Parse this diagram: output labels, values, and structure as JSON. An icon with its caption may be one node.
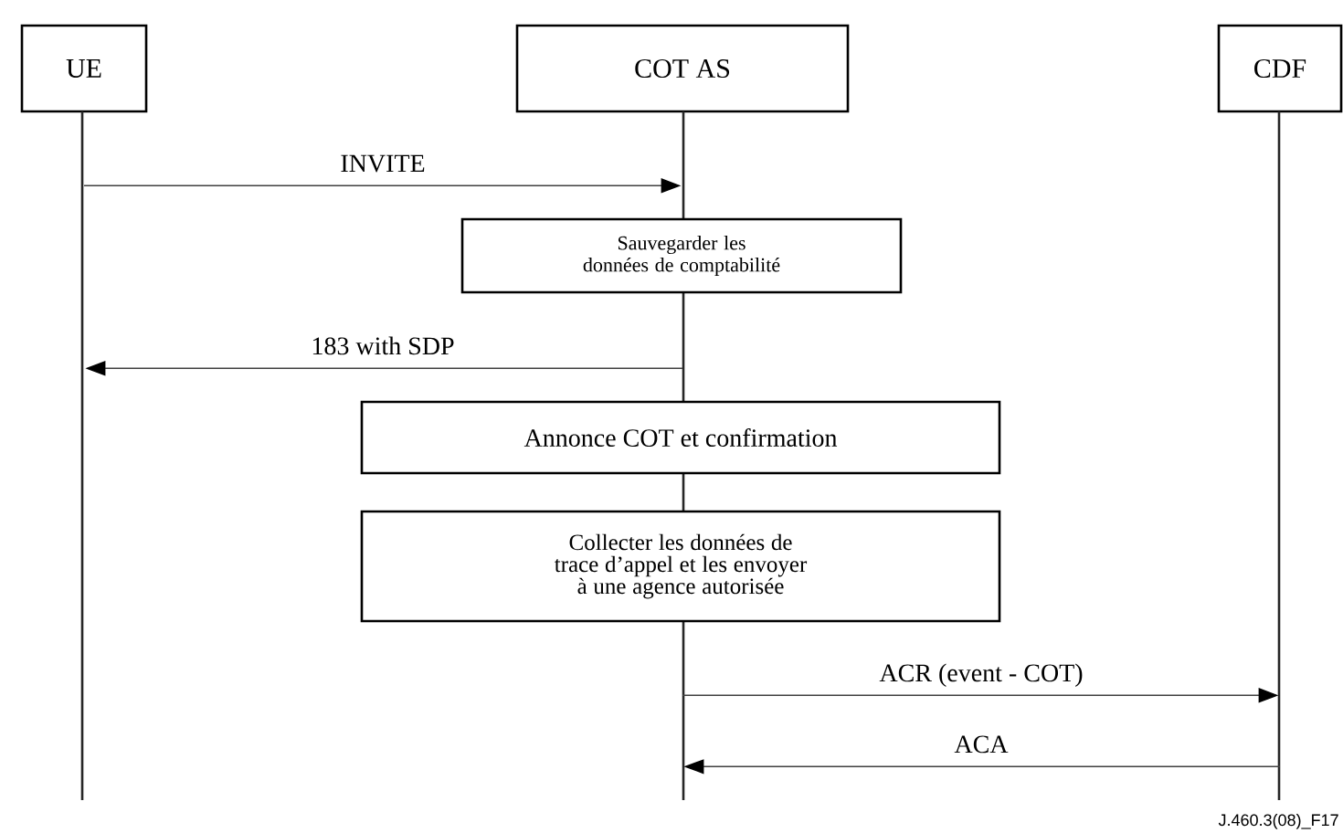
{
  "diagram": {
    "nodes": [
      {
        "text": [
          "UE"
        ]
      },
      {
        "text": [
          "COT AS"
        ]
      },
      {
        "text": [
          "CDF"
        ]
      },
      {
        "text": [
          "Sauvegarder les données de comptabilité"
        ]
      },
      {
        "text": [
          "Annonce COT  et confirmation"
        ]
      },
      {
        "text": [
          "Collecter les données de trace d’appel et les envoyer à une agence autorisée"
        ]
      }
    ],
    "edges": [
      {
        "from": 0,
        "to": 1,
        "arrow": "to",
        "label": "INVITE"
      },
      {
        "from": 1,
        "to": 0,
        "arrow": "to",
        "label": "183 with SDP"
      },
      {
        "from": 1,
        "to": 2,
        "arrow": "to",
        "label": "ACR (event - COT)"
      },
      {
        "from": 2,
        "to": 1,
        "arrow": "to",
        "label": "ACA"
      }
    ],
    "labels": [
      "J.460.3(08)_F17"
    ]
  }
}
